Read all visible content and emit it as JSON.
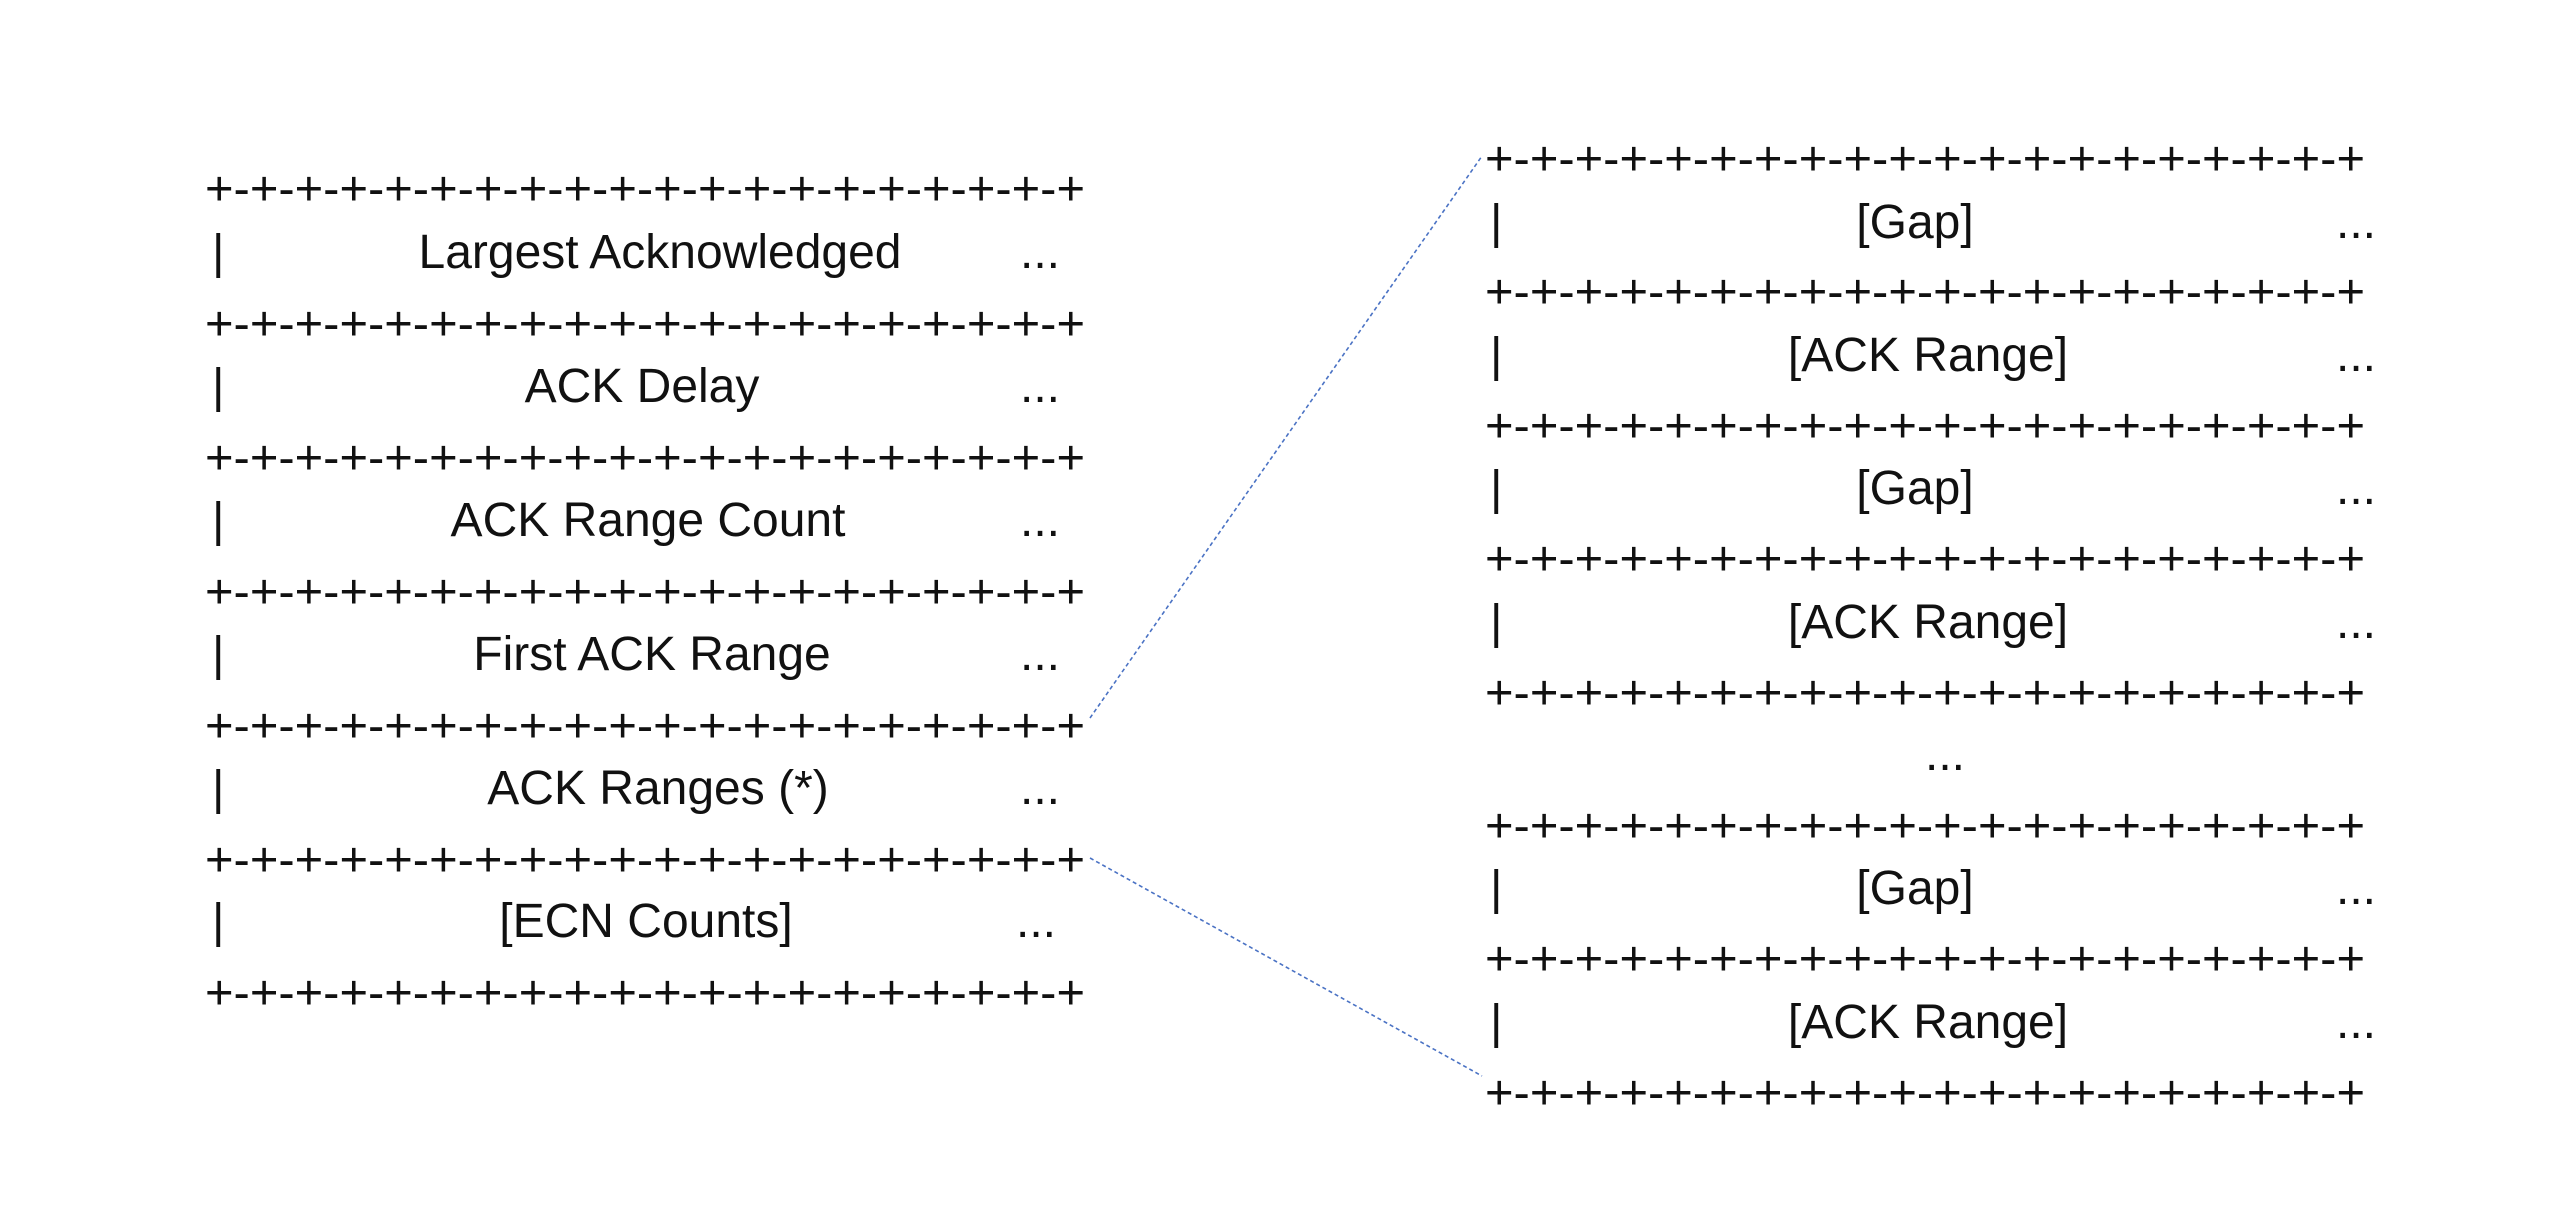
{
  "border": "+-+-+-+-+-+-+-+-+-+-+-+-+-+-+-+-+-+-+-+",
  "pipe": "|",
  "ellipsis": "...",
  "left_table": {
    "fields": [
      {
        "label": "Largest Acknowledged"
      },
      {
        "label": "ACK Delay"
      },
      {
        "label": "ACK Range Count"
      },
      {
        "label": "First ACK Range"
      },
      {
        "label": "ACK Ranges (*)"
      },
      {
        "label": "[ECN Counts]"
      }
    ]
  },
  "right_table": {
    "fields": [
      {
        "label": "[Gap]"
      },
      {
        "label": "[ACK Range]"
      },
      {
        "label": "[Gap]"
      },
      {
        "label": "[ACK Range]"
      },
      {
        "label": "...",
        "separator_only": true
      },
      {
        "label": "[Gap]"
      },
      {
        "label": "[ACK Range]"
      }
    ]
  },
  "colors": {
    "text": "#111111",
    "connector": "#4a72c4"
  }
}
